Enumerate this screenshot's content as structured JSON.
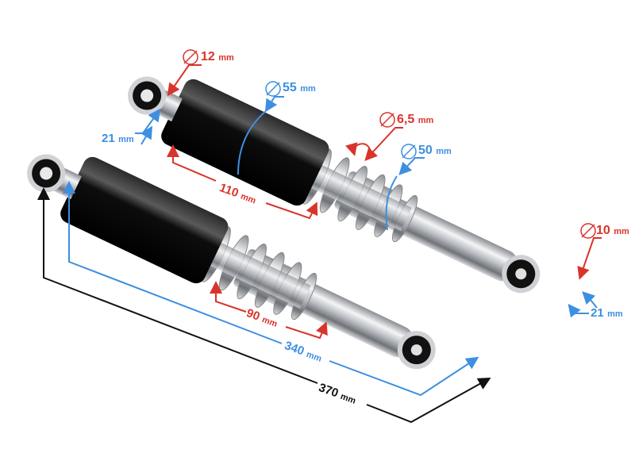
{
  "image": {
    "subject": "Pair of rear shock absorbers (black body, chrome spring) with dimension annotations",
    "colors": {
      "red": "#d9342b",
      "blue": "#3d8fe0",
      "black": "#111111",
      "body_black": "#0d0d0d",
      "chrome": "#c9cbcf"
    }
  },
  "annotations": {
    "top_eye_diameter": {
      "value": "12",
      "unit": "mm",
      "color": "red",
      "symbol": "diameter"
    },
    "top_eye_width": {
      "value": "21",
      "unit": "mm",
      "color": "blue"
    },
    "body_diameter": {
      "value": "55",
      "unit": "mm",
      "color": "blue",
      "symbol": "diameter"
    },
    "body_length": {
      "value": "110",
      "unit": "mm",
      "color": "red"
    },
    "spring_wire_diameter": {
      "value": "6,5",
      "unit": "mm",
      "color": "red",
      "symbol": "diameter"
    },
    "spring_diameter": {
      "value": "50",
      "unit": "mm",
      "color": "blue",
      "symbol": "diameter"
    },
    "bottom_eye_diameter": {
      "value": "10",
      "unit": "mm",
      "color": "red",
      "symbol": "diameter"
    },
    "bottom_eye_width": {
      "value": "21",
      "unit": "mm",
      "color": "blue"
    },
    "spring_length": {
      "value": "90",
      "unit": "mm",
      "color": "red"
    },
    "eye_to_eye_length": {
      "value": "340",
      "unit": "mm",
      "color": "blue"
    },
    "overall_length": {
      "value": "370",
      "unit": "mm",
      "color": "black"
    }
  }
}
